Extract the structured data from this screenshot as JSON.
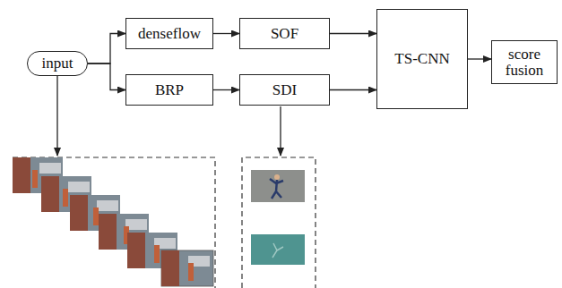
{
  "diagram": {
    "nodes": [
      {
        "text": [
          "input"
        ]
      },
      {
        "text": [
          "denseflow"
        ]
      },
      {
        "text": [
          "SOF"
        ]
      },
      {
        "text": [
          "BRP"
        ]
      },
      {
        "text": [
          "SDI"
        ]
      },
      {
        "text": [
          "TS-CNN"
        ]
      },
      {
        "text": [
          "score fusion"
        ]
      }
    ],
    "edges": [
      {
        "from": 0,
        "to": 1,
        "arrow": "to"
      },
      {
        "from": 0,
        "to": 3,
        "arrow": "to"
      },
      {
        "from": 1,
        "to": 2,
        "arrow": "to"
      },
      {
        "from": 3,
        "to": 4,
        "arrow": "to"
      },
      {
        "from": 2,
        "to": 5,
        "arrow": "to"
      },
      {
        "from": 4,
        "to": 5,
        "arrow": "to"
      },
      {
        "from": 5,
        "to": 6,
        "arrow": "to"
      }
    ]
  }
}
